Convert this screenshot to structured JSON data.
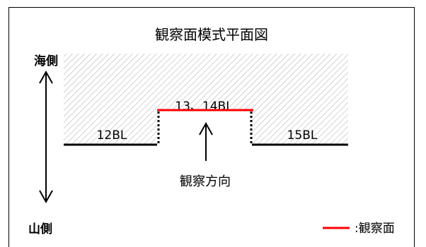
{
  "title": "観察面模式平面図",
  "labels": {
    "sea_side": "海側",
    "mountain_side": "山側",
    "block_left": "12BL",
    "block_center": "13、14BL",
    "block_right": "15BL",
    "direction": "観察方向"
  },
  "legend": {
    "text": ":観察面",
    "color": "#ff0000"
  },
  "colors": {
    "observation_line": "#ff0000",
    "hatch": "#bdbdbd",
    "line": "#000000"
  }
}
